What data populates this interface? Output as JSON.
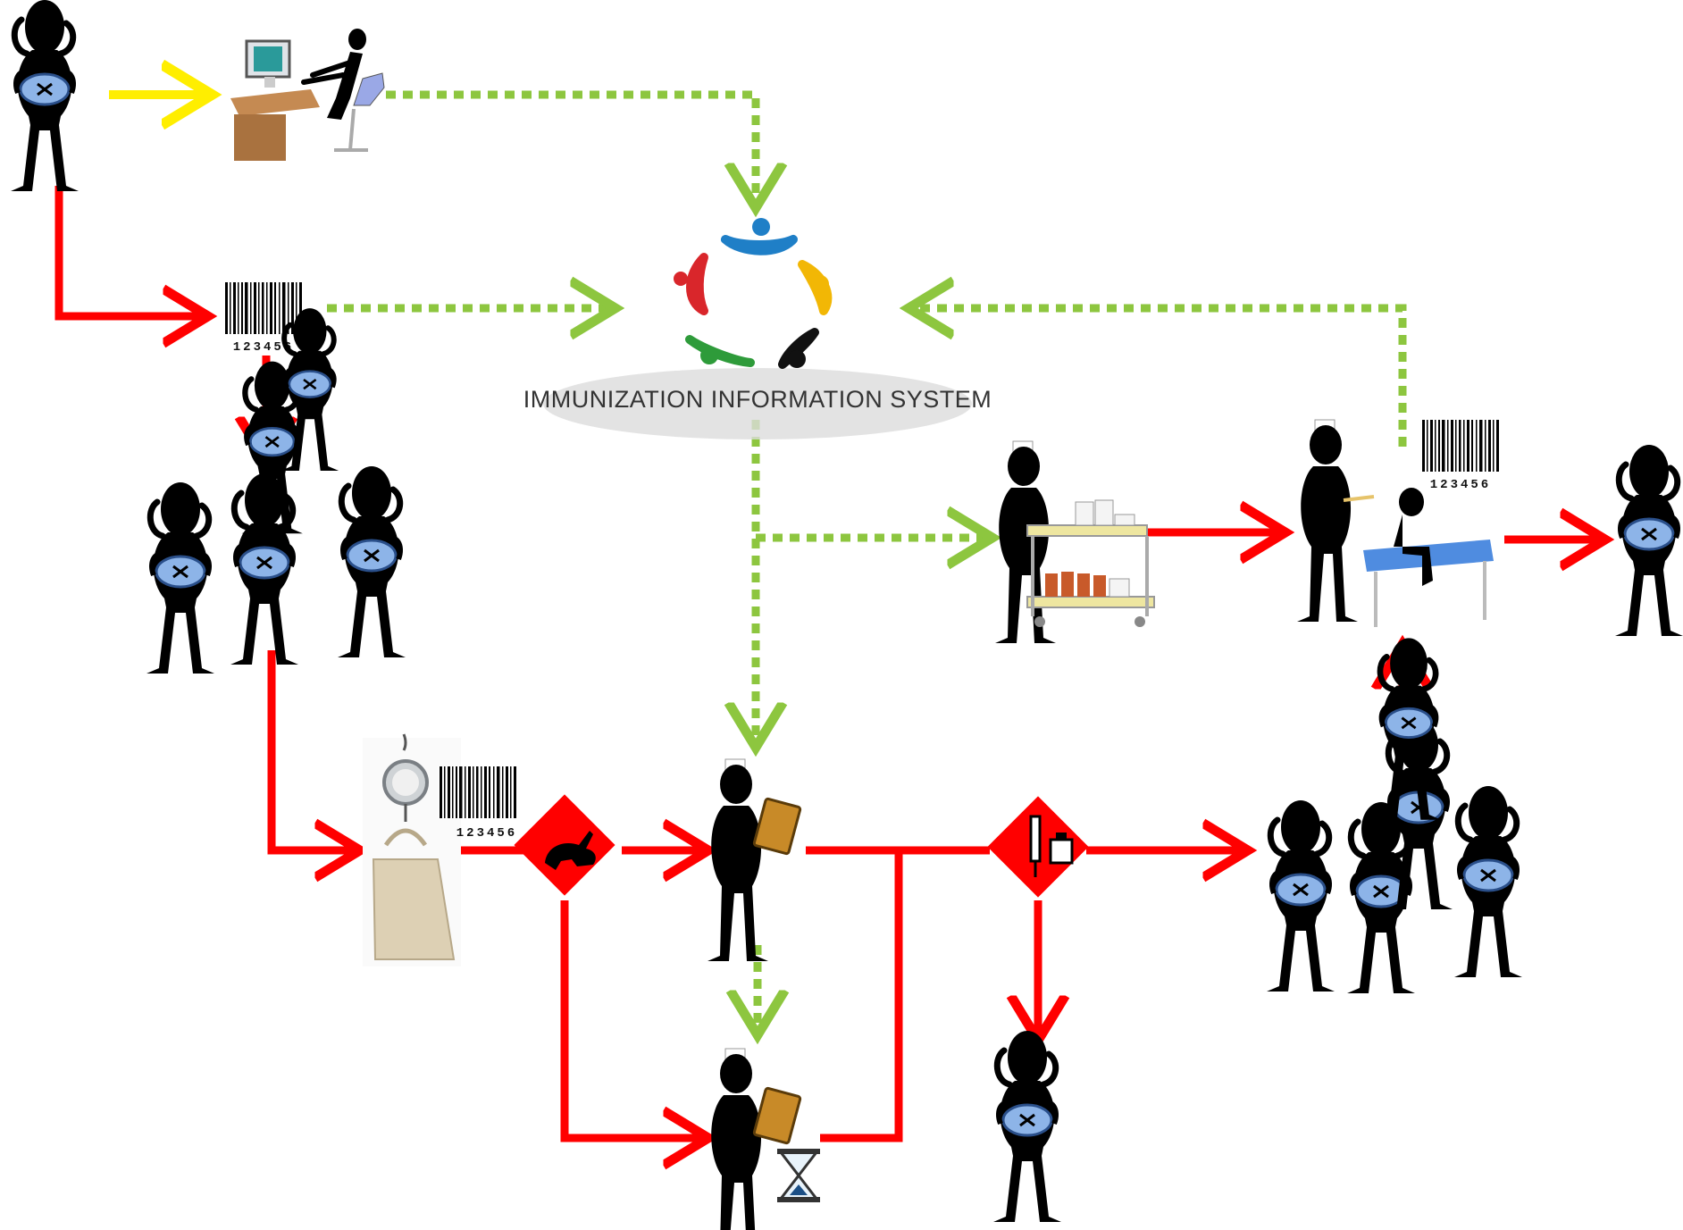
{
  "system": {
    "title": "IMMUNIZATION INFORMATION SYSTEM",
    "logo_colors": [
      "#1f7fc7",
      "#d9262b",
      "#f2b705",
      "#2e9b3a",
      "#111111"
    ]
  },
  "barcodes": {
    "registration": "123456",
    "weighing": "123456",
    "vaccination": "123456"
  },
  "colors": {
    "patient_flow": "#ff0000",
    "data_flow": "#8dc63f",
    "entry_flow": "#ffee00",
    "decision": "#ff0000",
    "baby_blanket": "#8db4e8"
  },
  "icons": {
    "fast_track": "rabbit-icon",
    "vaccine_check": "syringe-vial-icon",
    "waiting": "hourglass-icon"
  }
}
